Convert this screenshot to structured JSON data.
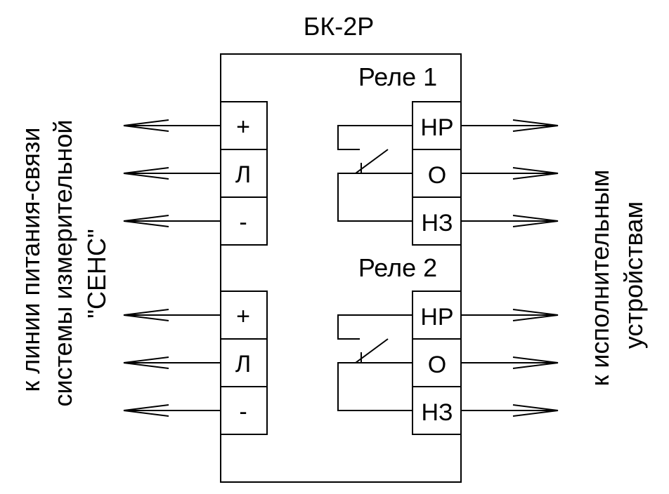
{
  "title": "БК-2Р",
  "left_label": {
    "line1": "к линии питания-связи",
    "line2": "системы измерительной",
    "line3": "\"СЕНС\""
  },
  "right_label": {
    "line1": "к исполнительным",
    "line2": "устройствам"
  },
  "power_terminals_top": [
    "+",
    "Л",
    "-"
  ],
  "power_terminals_bottom": [
    "+",
    "Л",
    "-"
  ],
  "relays": [
    {
      "label": "Реле 1",
      "contacts": [
        "НР",
        "О",
        "НЗ"
      ]
    },
    {
      "label": "Реле 2",
      "contacts": [
        "НР",
        "О",
        "НЗ"
      ]
    }
  ]
}
